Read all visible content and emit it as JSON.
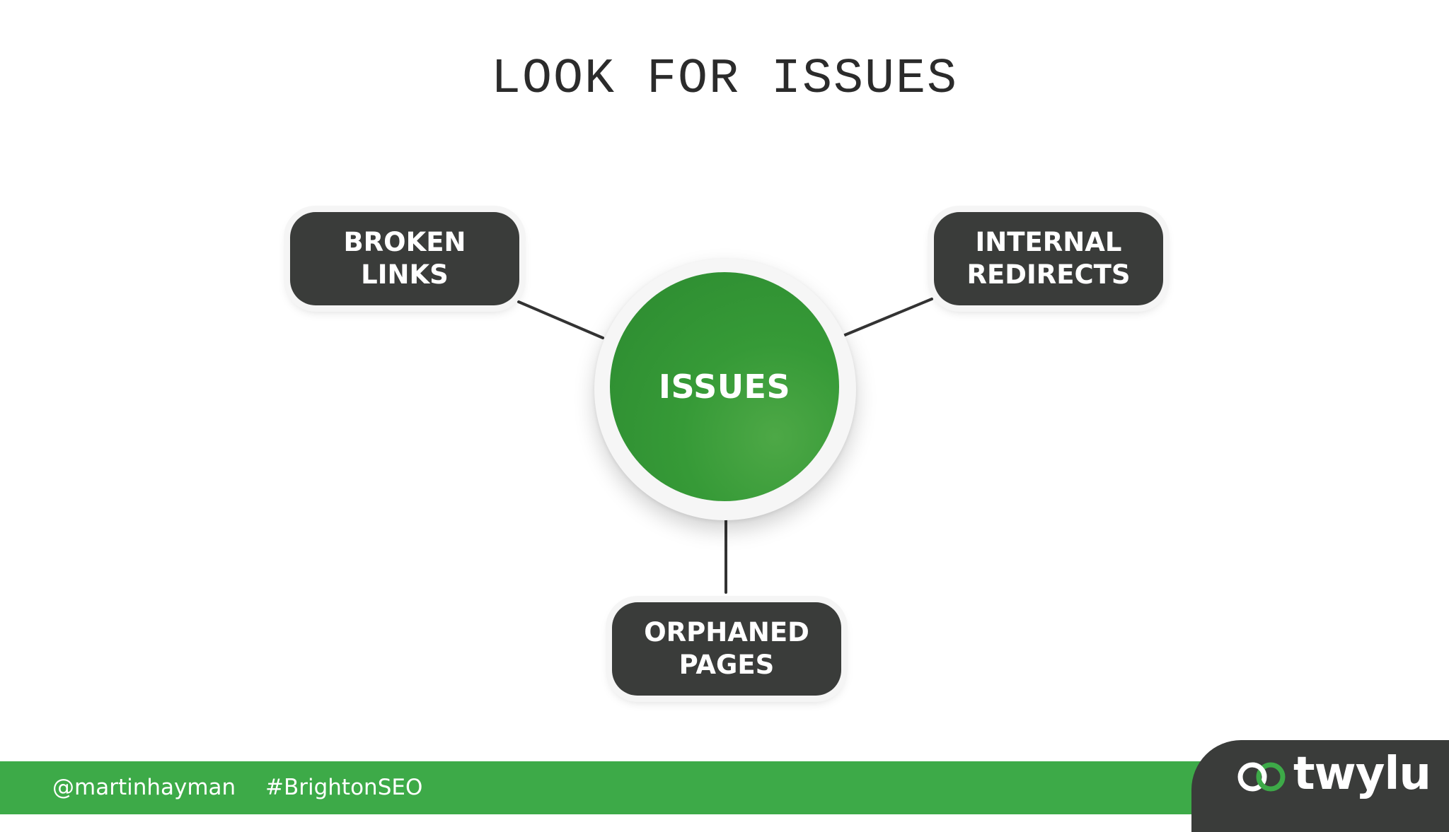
{
  "slide": {
    "title": "LOOK FOR ISSUES"
  },
  "diagram": {
    "center": {
      "label": "ISSUES",
      "color": "#369a37"
    },
    "nodes": [
      {
        "line1": "BROKEN",
        "line2": "LINKS"
      },
      {
        "line1": "INTERNAL",
        "line2": "REDIRECTS"
      },
      {
        "line1": "ORPHANED",
        "line2": "PAGES"
      }
    ],
    "node_color": "#3a3c3a"
  },
  "footer": {
    "handle": "@martinhayman",
    "hashtag": "#BrightonSEO",
    "logo_text": "twylu",
    "logo_icon": "linked-rings-icon",
    "bar_color": "#3daa48"
  }
}
